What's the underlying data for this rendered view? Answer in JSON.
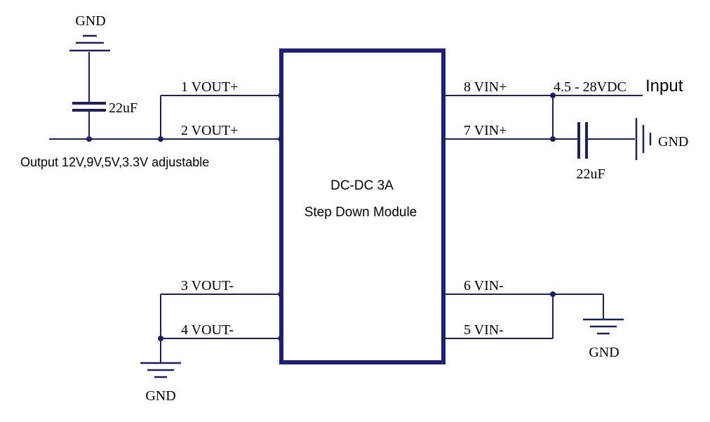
{
  "colors": {
    "wire": "#1f1f5c",
    "module_border": "#1f1f7a",
    "text": "#000000",
    "background": "#ffffff"
  },
  "module": {
    "title": "DC-DC 3A",
    "subtitle": "Step Down Module"
  },
  "pins": {
    "p1": "1 VOUT+",
    "p2": "2 VOUT+",
    "p3": "3 VOUT-",
    "p4": "4 VOUT-",
    "p5": "5 VIN-",
    "p6": "6 VIN-",
    "p7": "7 VIN+",
    "p8": "8 VIN+"
  },
  "labels": {
    "gnd_top_left": "GND",
    "gnd_bottom_left": "GND",
    "gnd_bottom_right": "GND",
    "gnd_right": "GND",
    "cap_output": "22uF",
    "cap_input": "22uF",
    "output_note": "Output 12V,9V,5V,3.3V adjustable",
    "input_range": "4.5 - 28VDC",
    "input_label": "Input"
  },
  "icons": {
    "ground_symbols": [
      "ground-icon",
      "ground-icon",
      "ground-icon",
      "ground-icon"
    ],
    "capacitors": [
      "capacitor-icon",
      "capacitor-icon"
    ]
  }
}
